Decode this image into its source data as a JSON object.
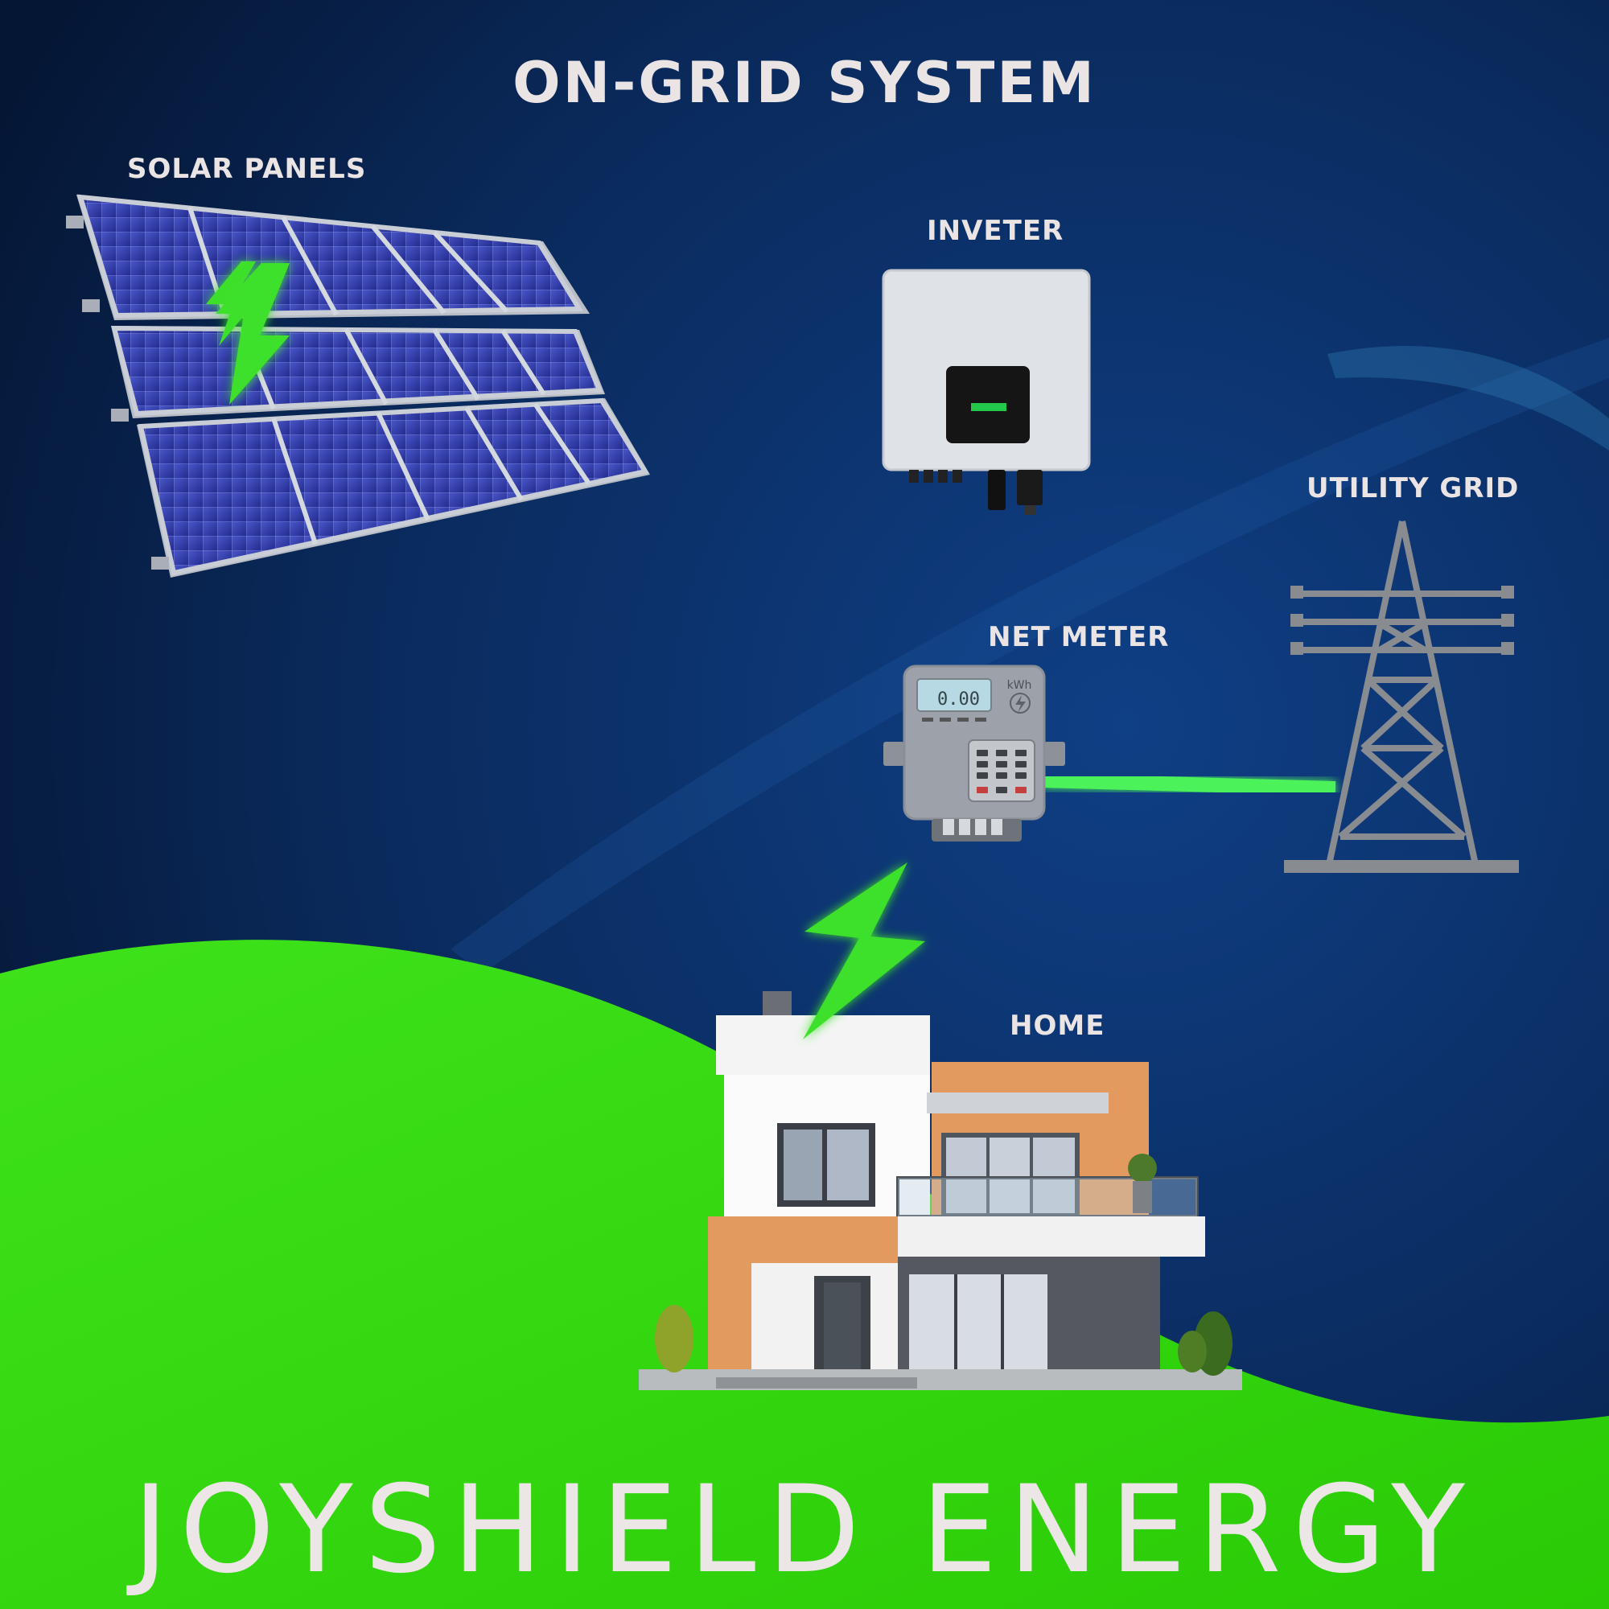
{
  "title": "ON-GRID SYSTEM",
  "components": {
    "solar_panels": "SOLAR PANELS",
    "inverter": "INVETER",
    "utility_grid": "UTILITY GRID",
    "net_meter": "NET METER",
    "home": "HOME"
  },
  "meter": {
    "reading": "0.00",
    "unit": "kWh"
  },
  "brand": "JOYSHIELD ENERGY",
  "colors": {
    "background": "#0a2a5c",
    "background_dark": "#061a3d",
    "wire": "#4cf25a",
    "ground": "#2fd80a",
    "lightning": "#3ee02a",
    "text": "#ebe4e4"
  },
  "icons": [
    "solar-panel-icon",
    "inverter-icon",
    "net-meter-icon",
    "power-tower-icon",
    "house-icon",
    "lightning-icon"
  ]
}
